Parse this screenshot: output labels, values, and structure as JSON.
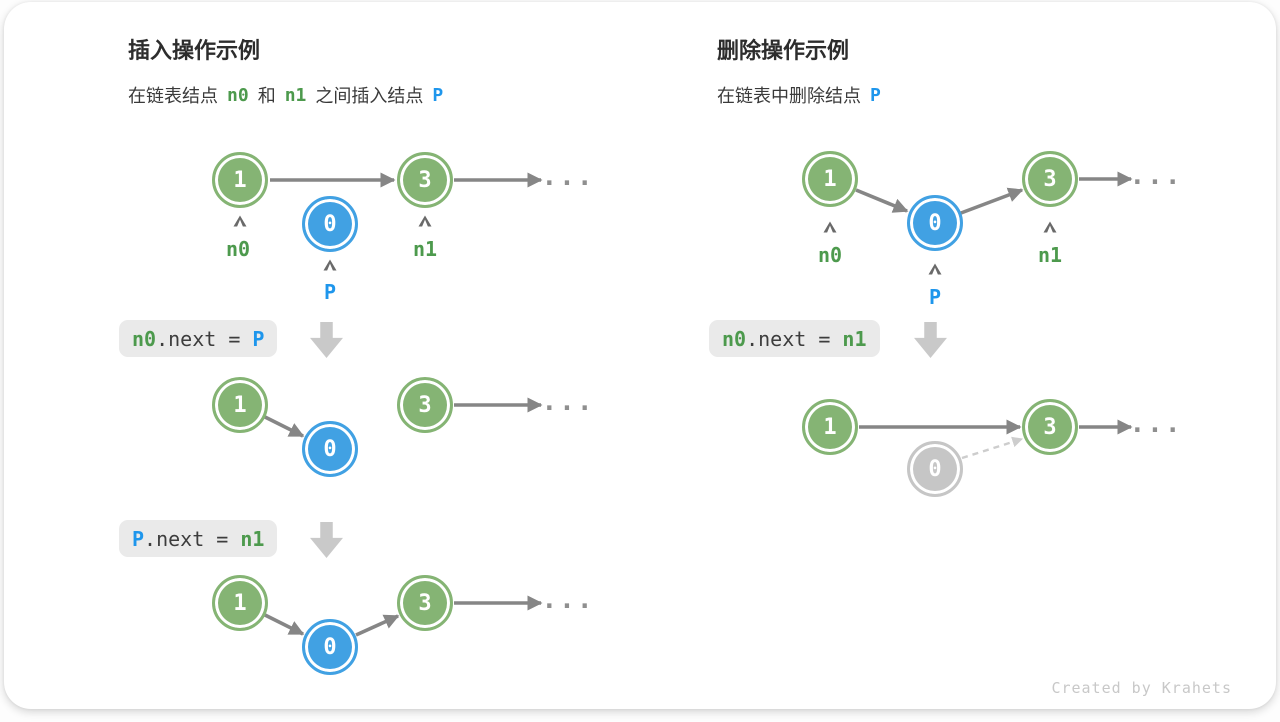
{
  "credit": "Created by Krahets",
  "colors": {
    "node_green": "#85b474",
    "node_blue": "#41a1e3",
    "node_gray": "#c6c6c6",
    "text_green": "#4d9a4d",
    "text_blue": "#1e96ec",
    "arrow_gray": "#868686",
    "dashed_gray": "#cdcdcd",
    "codebox_bg": "#eaeaea"
  },
  "insert": {
    "title": "插入操作示例",
    "subtitle": {
      "t1": "在链表结点",
      "n0": "n0",
      "t2": "和",
      "n1": "n1",
      "t3": "之间插入结点",
      "p": "P"
    },
    "code1": {
      "a": "n0",
      "b": ".next = ",
      "c": "P"
    },
    "code2": {
      "a": "P",
      "b": ".next = ",
      "c": "n1"
    },
    "nodes": {
      "v1": "1",
      "v0": "0",
      "v3": "3"
    },
    "labels": {
      "n0": "n0",
      "n1": "n1",
      "p": "P"
    },
    "ellipsis": "..."
  },
  "delete": {
    "title": "删除操作示例",
    "subtitle": {
      "t1": "在链表中删除结点",
      "p": "P"
    },
    "code1": {
      "a": "n0",
      "b": ".next = ",
      "c": "n1"
    },
    "nodes": {
      "v1": "1",
      "v0": "0",
      "v3": "3"
    },
    "labels": {
      "n0": "n0",
      "n1": "n1",
      "p": "P"
    },
    "ellipsis": "..."
  }
}
